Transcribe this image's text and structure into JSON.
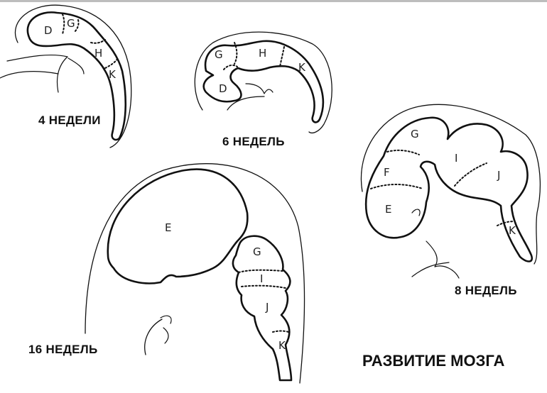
{
  "title": "РАЗВИТИЕ МОЗГА",
  "stages": [
    {
      "caption": "4 НЕДЕЛИ",
      "regions": [
        "D",
        "G",
        "H",
        "K"
      ]
    },
    {
      "caption": "6 НЕДЕЛЬ",
      "regions": [
        "G",
        "H",
        "D",
        "K"
      ]
    },
    {
      "caption": "8 НЕДЕЛЬ",
      "regions": [
        "G",
        "F",
        "I",
        "J",
        "E",
        "K"
      ]
    },
    {
      "caption": "16 НЕДЕЛЬ",
      "regions": [
        "E",
        "G",
        "I",
        "J",
        "K"
      ]
    }
  ]
}
